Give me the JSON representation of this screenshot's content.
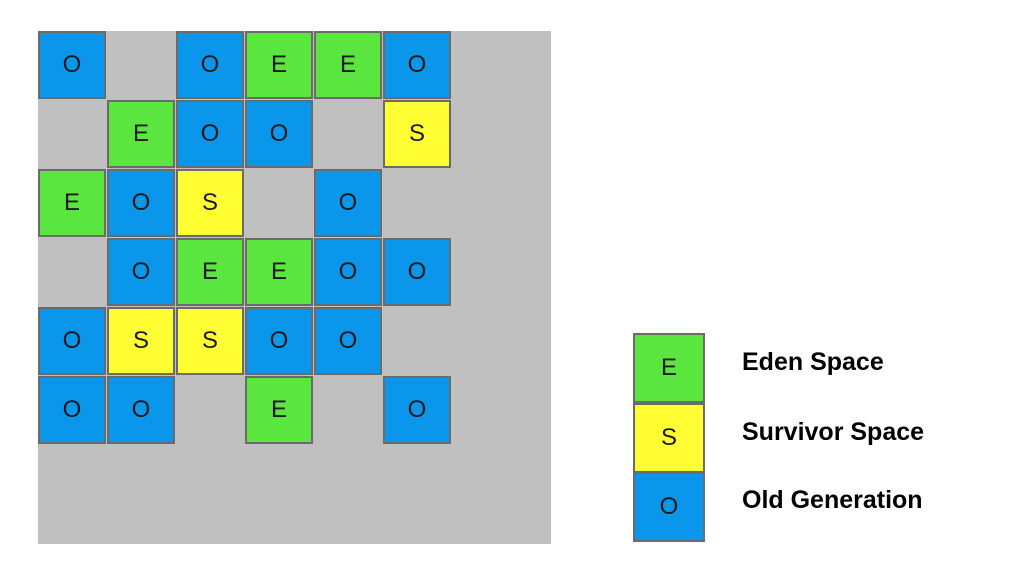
{
  "colors": {
    "eden": "#5be63f",
    "survivor": "#ffff33",
    "old": "#0a96ea",
    "background": "#c0c0c0"
  },
  "letters": {
    "eden": "E",
    "survivor": "S",
    "old": "O"
  },
  "grid": [
    [
      "old",
      null,
      "old",
      "eden",
      "eden",
      "old"
    ],
    [
      null,
      "eden",
      "old",
      "old",
      null,
      "survivor"
    ],
    [
      "eden",
      "old",
      "survivor",
      null,
      "old",
      null
    ],
    [
      null,
      "old",
      "eden",
      "eden",
      "old",
      "old"
    ],
    [
      "old",
      "survivor",
      "survivor",
      "old",
      "old",
      null
    ],
    [
      "old",
      "old",
      null,
      "eden",
      null,
      "old"
    ]
  ],
  "legend": [
    {
      "kind": "eden",
      "letter": "E",
      "label": "Eden Space"
    },
    {
      "kind": "survivor",
      "letter": "S",
      "label": "Survivor Space"
    },
    {
      "kind": "old",
      "letter": "O",
      "label": "Old Generation"
    }
  ]
}
